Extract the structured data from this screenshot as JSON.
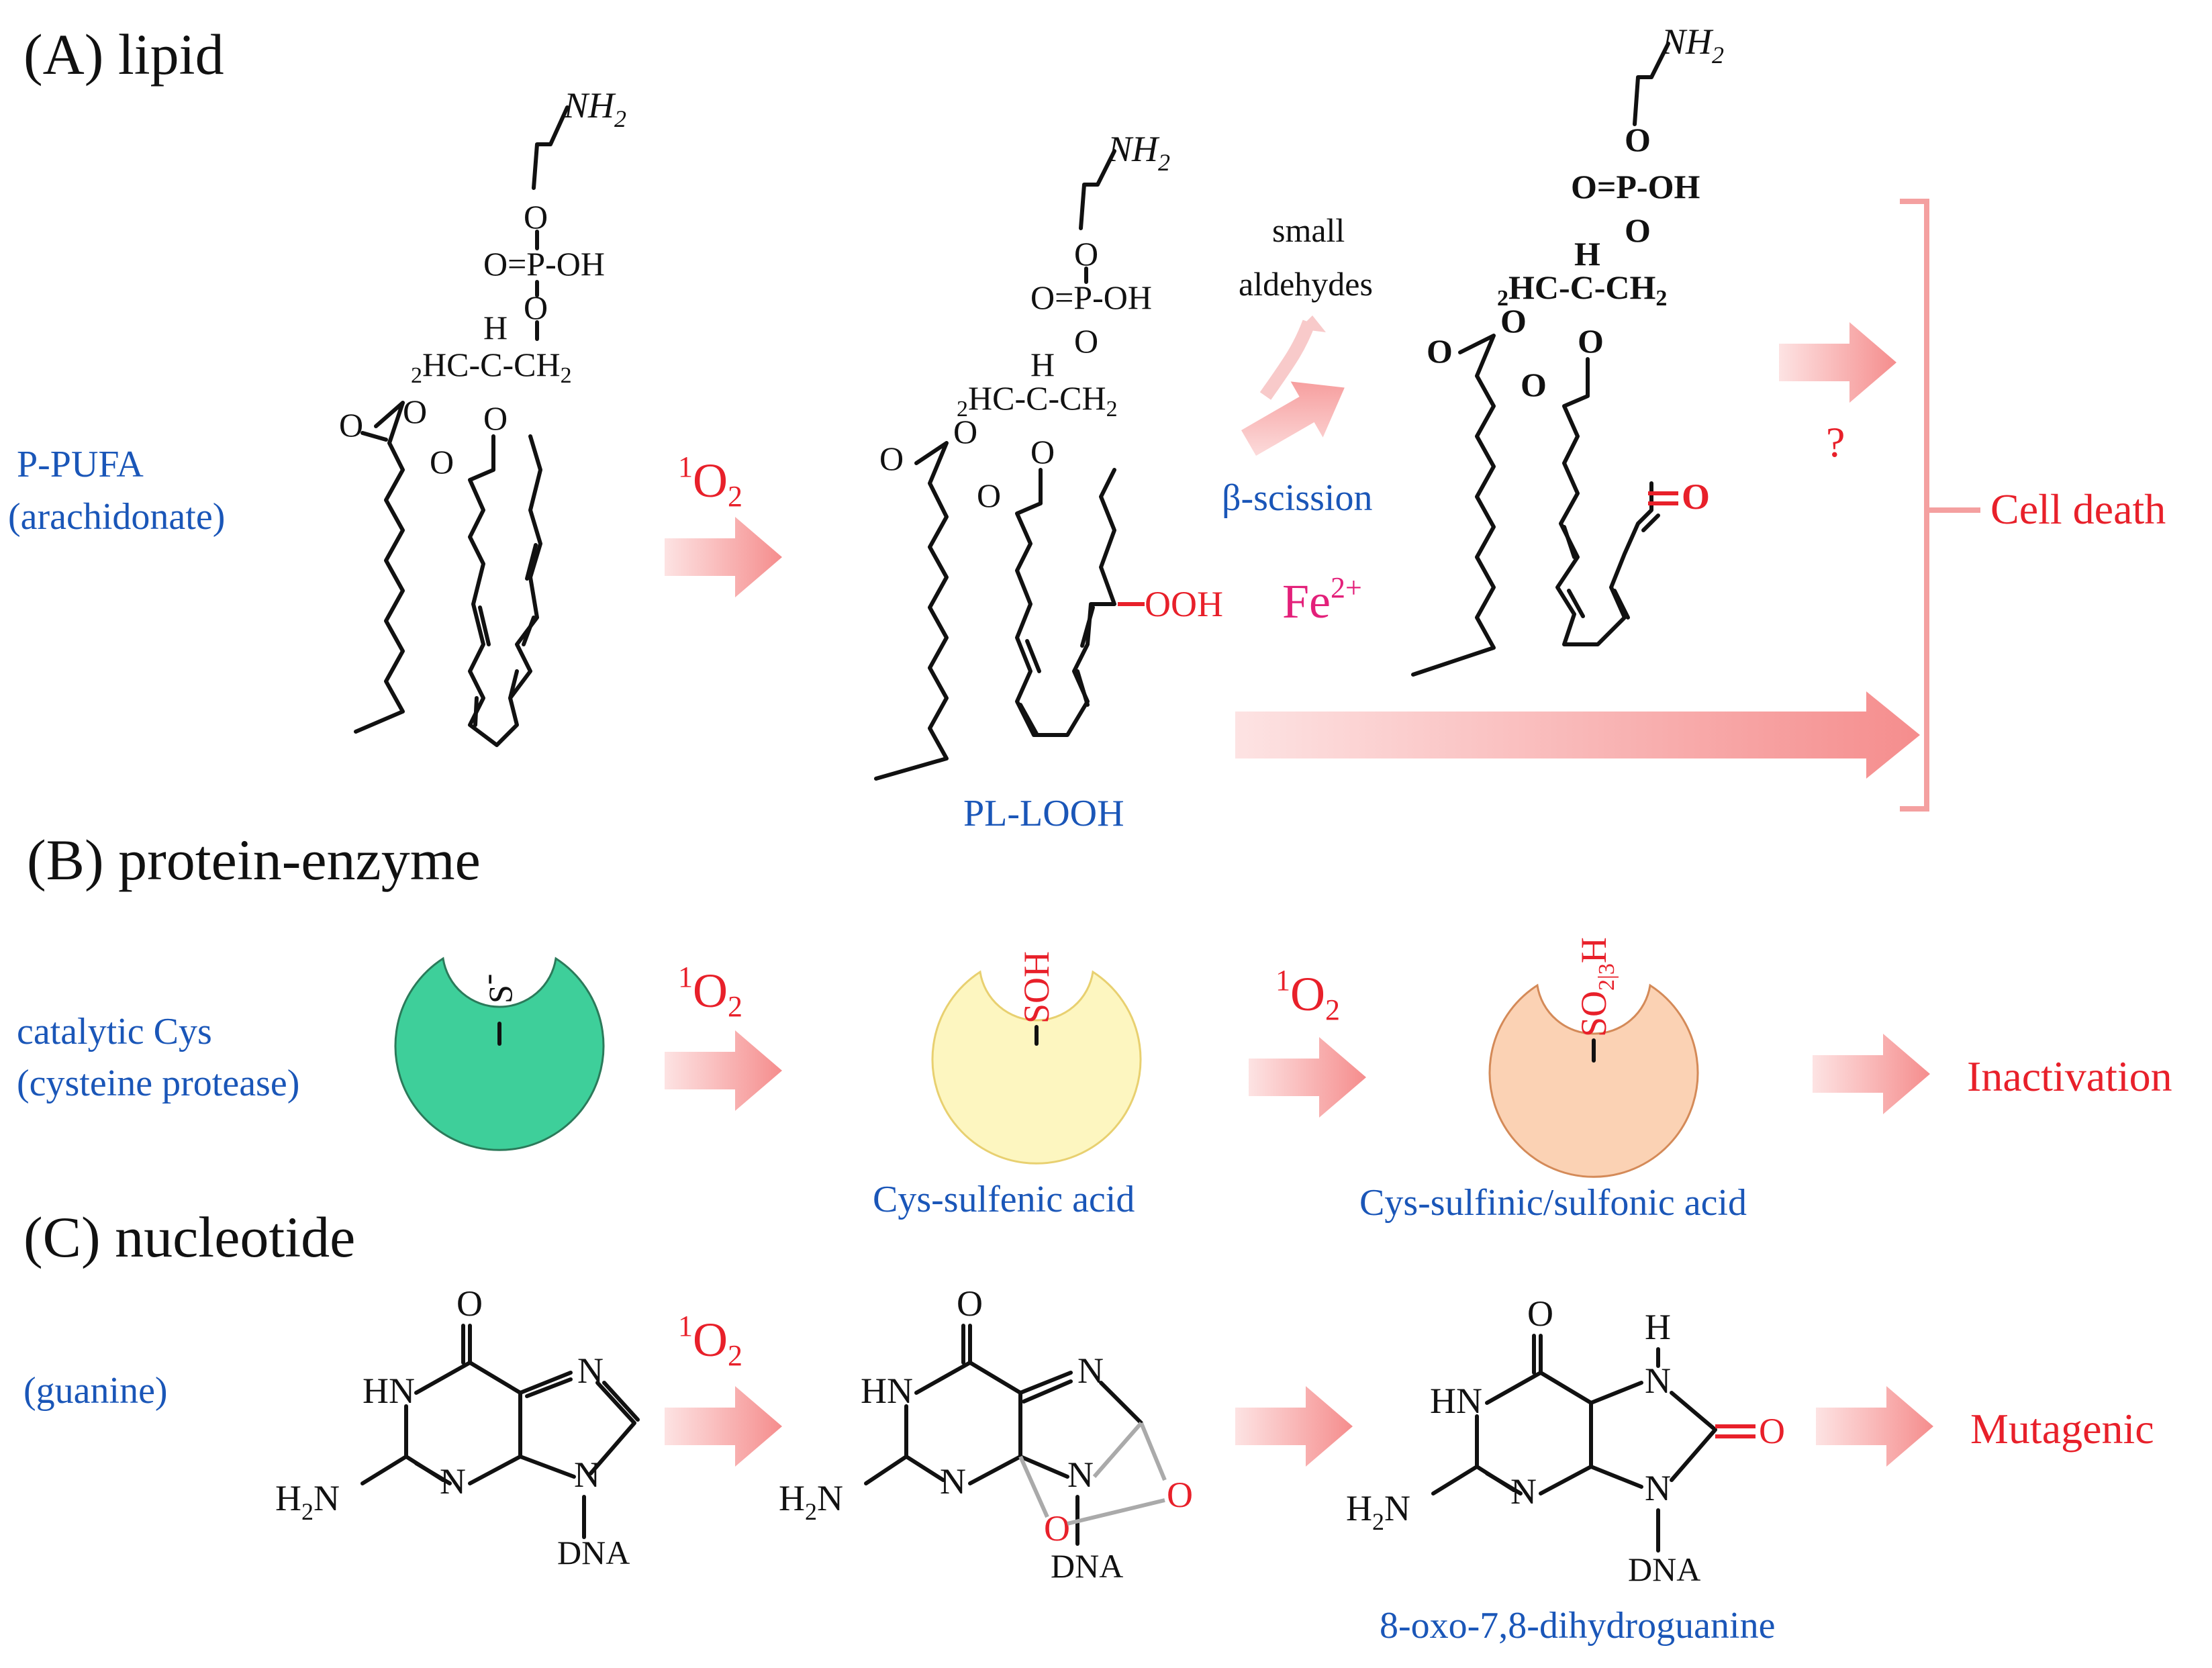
{
  "sections": {
    "a": "(A) lipid",
    "b": "(B) protein-enzyme",
    "c": "(C) nucleotide"
  },
  "lipid": {
    "substrate_line1": "P-PUFA",
    "substrate_line2": "(arachidonate)",
    "reagent": "O",
    "reagent_sup": "1",
    "reagent_sub": "2",
    "product_label": "PL-LOOH",
    "ooh": "OOH",
    "small_aldehydes_1": "small",
    "small_aldehydes_2": "aldehydes",
    "beta_scission": "β-scission",
    "fe": "Fe",
    "fe_sup": "2+",
    "question": "?",
    "outcome": "Cell death",
    "aldehyde_o": "O"
  },
  "protein": {
    "substrate_line1": "catalytic Cys",
    "substrate_line2": "(cysteine protease)",
    "thiolate": "S",
    "thiolate_charge": "-",
    "sulfenic_group": "SOH",
    "sulfenic_label": "Cys-sulfenic acid",
    "sulfinic_group": "SO",
    "sulfinic_sub": "2|3",
    "sulfinic_h": "H",
    "sulfinic_label": "Cys-sulfinic/sulfonic acid",
    "outcome": "Inactivation"
  },
  "nucleotide": {
    "substrate": "(guanine)",
    "product_label": "8-oxo-7,8-dihydroguanine",
    "outcome": "Mutagenic",
    "dna": "DNA",
    "h": "H",
    "oxo": "O"
  },
  "atoms": {
    "o": "O",
    "nh2": "NH",
    "nh2_sub": "2",
    "p_oh": "O=P-OH",
    "hc": "HC",
    "c": "C",
    "ch2": "CH",
    "h": "H",
    "n": "N",
    "hn": "HN",
    "h2n_h": "H",
    "h2n_n": "N"
  },
  "colors": {
    "arrow": "#f4a0a0",
    "bracket": "#f4a0a0",
    "thiolate_enzyme": "#3ecf9a",
    "sulfenic_enzyme": "#fdf6c0",
    "sulfinic_enzyme": "#fbd2b4",
    "blue_text": "#1a56b8",
    "red_text": "#e8202a"
  },
  "icons": [
    "arrow-right",
    "bracket",
    "enzyme-pocket"
  ]
}
